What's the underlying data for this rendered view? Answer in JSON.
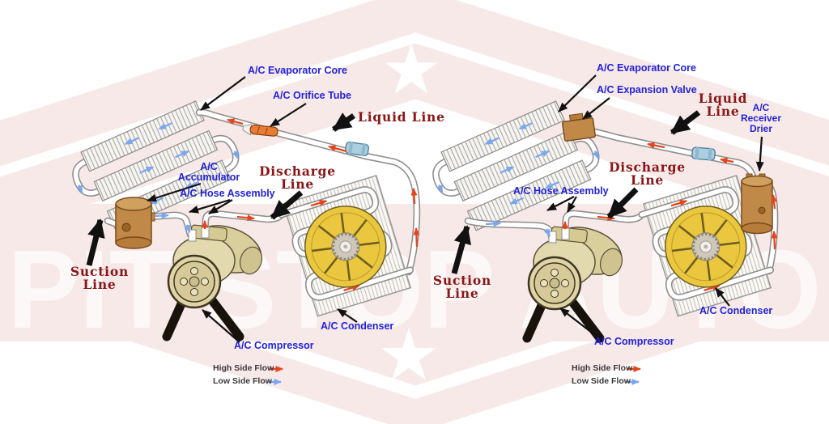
{
  "watermark": {
    "text": "PIT STOP AUTO",
    "band_color": "#f8e9e9",
    "star_color": "#ffffff"
  },
  "colors": {
    "label_blue": "#2222dd",
    "label_dark_red": "#8b1515",
    "high_side_flow": "#e8441c",
    "low_side_flow": "#7aa7f0",
    "tank_brown": "#c08948",
    "compressor_tan": "#e2d9ae",
    "fan_yellow": "#eac73e",
    "coupling_blue": "#abcfe0"
  },
  "left_diagram": {
    "name": "orifice-tube-system",
    "labels": {
      "evaporator": "A/C Evaporator Core",
      "orifice_tube": "A/C Orifice Tube",
      "liquid_line": "Liquid Line",
      "accumulator_line1": "A/C",
      "accumulator_line2": "Accumulator",
      "hose_assembly": "A/C Hose Assembly",
      "discharge_line1": "Discharge",
      "discharge_line2": "Line",
      "suction_line1": "Suction",
      "suction_line2": "Line",
      "condenser": "A/C Condenser",
      "compressor": "A/C Compressor"
    },
    "legend": {
      "high": "High Side Flow",
      "low": "Low Side Flow"
    }
  },
  "right_diagram": {
    "name": "expansion-valve-system",
    "labels": {
      "evaporator": "A/C Evaporator Core",
      "expansion_valve": "A/C Expansion Valve",
      "liquid_line1": "Liquid",
      "liquid_line2": "Line",
      "receiver_drier1": "A/C",
      "receiver_drier2": "Receiver",
      "receiver_drier3": "Drier",
      "hose_assembly": "A/C Hose Assembly",
      "discharge_line1": "Discharge",
      "discharge_line2": "Line",
      "suction_line1": "Suction",
      "suction_line2": "Line",
      "condenser": "A/C Condenser",
      "compressor": "A/C Compressor"
    },
    "legend": {
      "high": "High Side Flow",
      "low": "Low Side Flow"
    }
  }
}
